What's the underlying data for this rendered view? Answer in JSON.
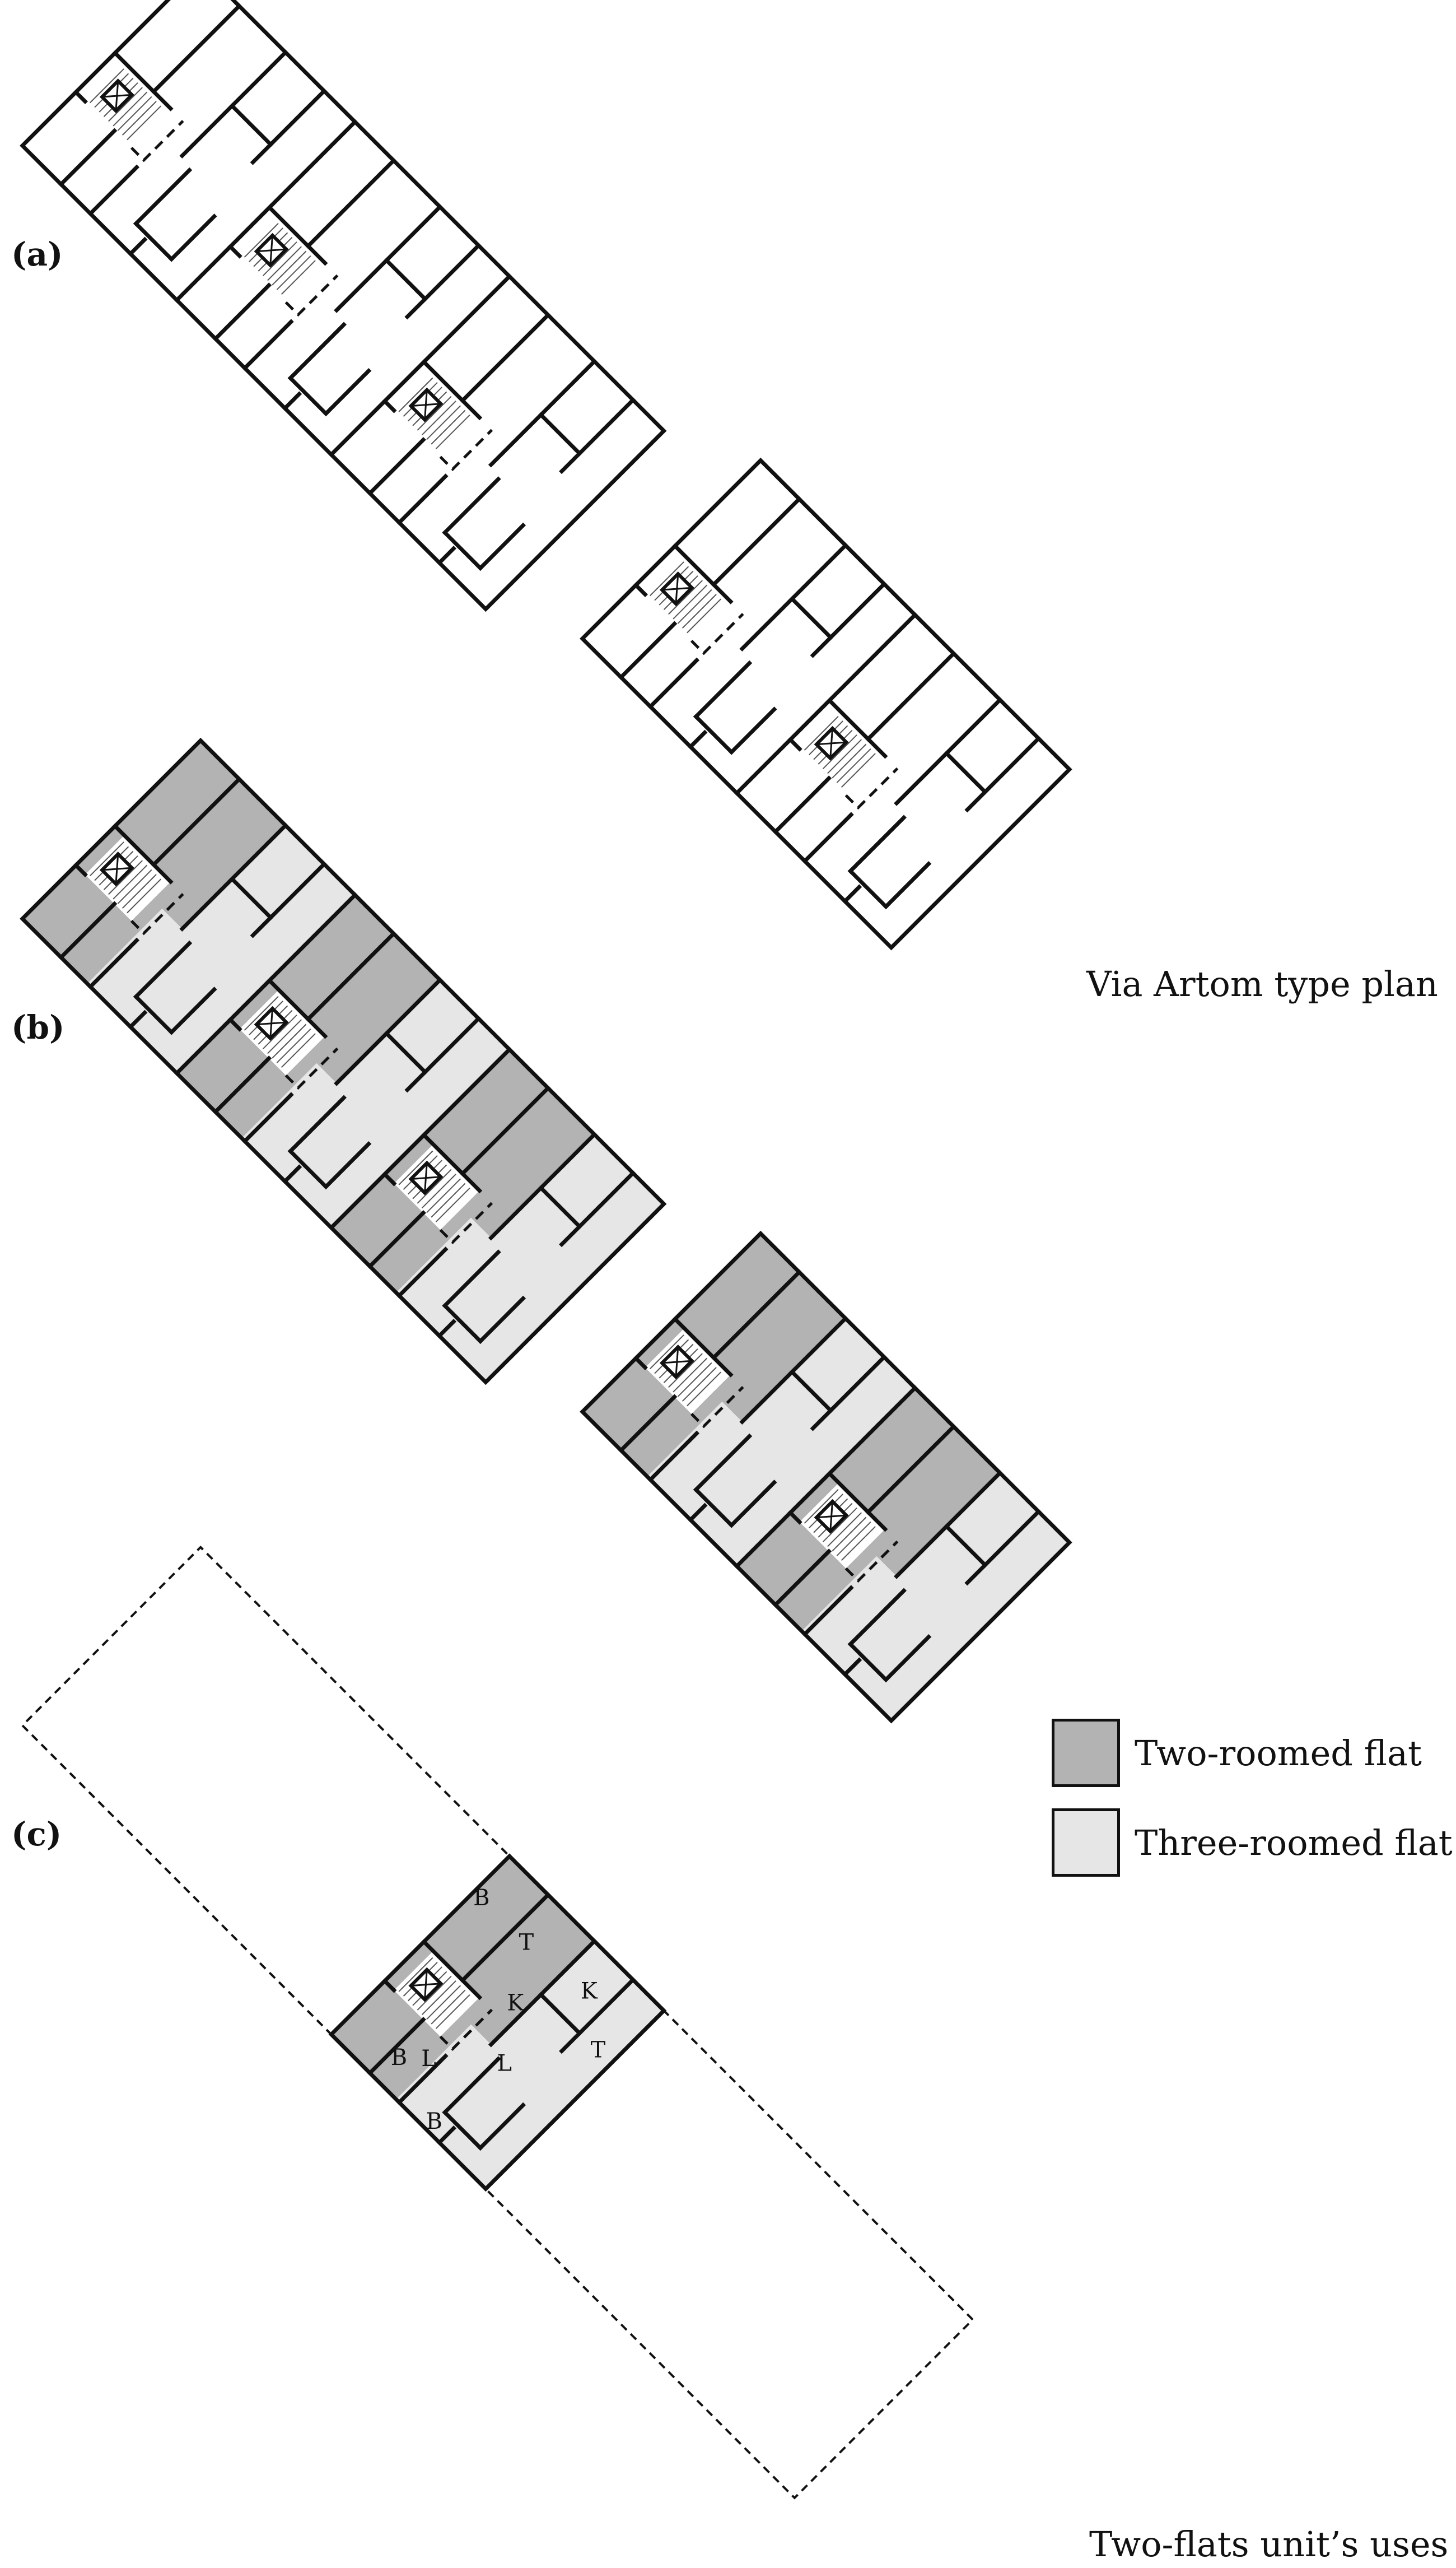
{
  "panels": {
    "a": {
      "label": "(a)"
    },
    "b": {
      "label": "(b)"
    },
    "c": {
      "label": "(c)"
    }
  },
  "captions": {
    "plan": "Via Artom type plan",
    "unit": "Two-flats unit’s uses"
  },
  "legend": [
    {
      "label": "Two-roomed flat",
      "color": "#b3b3b3"
    },
    {
      "label": "Three-roomed flat",
      "color": "#e6e6e6"
    }
  ],
  "colors": {
    "two_room": "#b3b3b3",
    "three_room": "#e6e6e6",
    "line": "#111111"
  },
  "room_codes": {
    "two_room_flat": [
      "T",
      "K",
      "L",
      "B"
    ],
    "three_room_flat": [
      "L",
      "K",
      "T",
      "B",
      "B"
    ]
  }
}
